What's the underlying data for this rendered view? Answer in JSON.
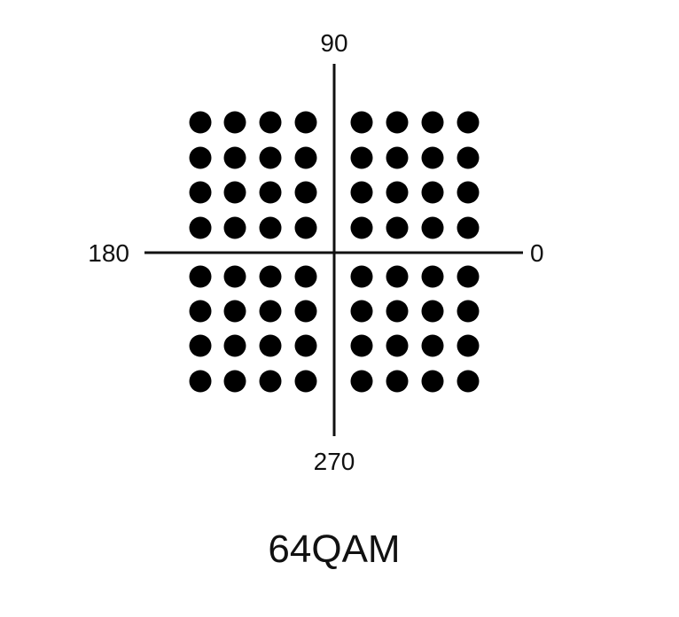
{
  "diagram": {
    "labels": {
      "top": "90",
      "left": "180",
      "right": "0",
      "bottom": "270"
    },
    "caption": "64QAM",
    "grid": {
      "rows": 8,
      "cols": 8,
      "point_color": "#000000"
    },
    "axis_color": "#111111"
  }
}
